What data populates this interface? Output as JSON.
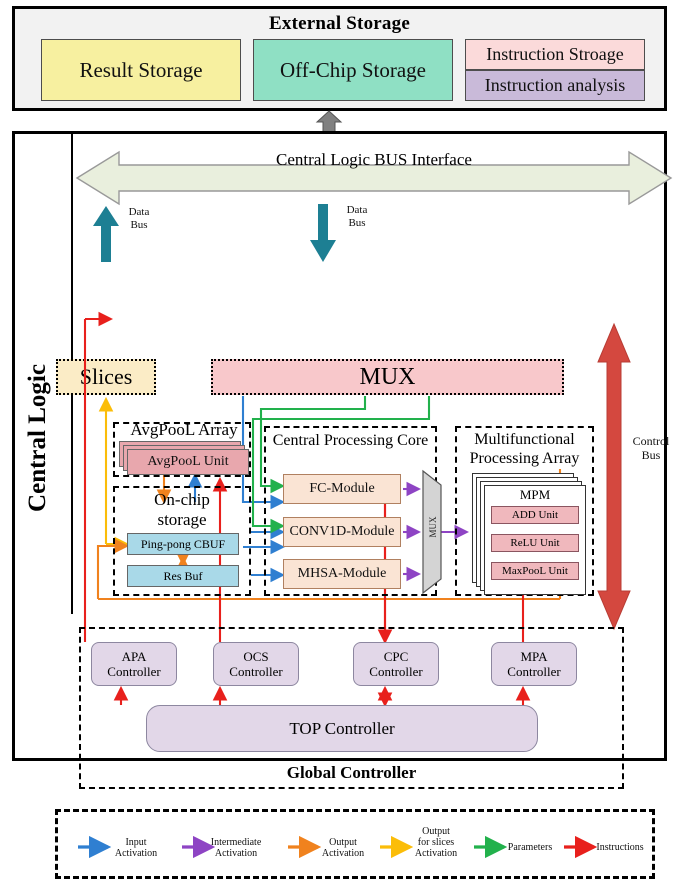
{
  "external_storage": {
    "title": "External Storage",
    "blocks": [
      {
        "label": "Result Storage",
        "color": "#f7f0a0"
      },
      {
        "label": "Off-Chip Storage",
        "color": "#8fe0c4"
      },
      {
        "label": "Instruction Stroage",
        "color": "#fbdada"
      },
      {
        "label": "Instruction analysis",
        "color": "#c9bad9"
      }
    ]
  },
  "central_logic": {
    "label": "Central Logic",
    "bus_interface": "Central Logic BUS Interface",
    "data_bus_left": "Data\nBus",
    "data_bus_left_1": "Data",
    "data_bus_left_2": "Bus",
    "data_bus_right_1": "Data",
    "data_bus_right_2": "Bus",
    "control_bus_1": "Control",
    "control_bus_2": "Bus",
    "slices": "Slices",
    "mux_top": "MUX",
    "mux_vertical": "MUX",
    "avgpool_array": {
      "title": "AvgPooL Array",
      "unit": "AvgPooL Unit"
    },
    "onchip_storage": {
      "title_line1": "On-chip",
      "title_line2": "storage",
      "ping_pong": "Ping-pong CBUF",
      "res_buf": "Res Buf"
    },
    "central_processing_core": {
      "title": "Central Processing Core",
      "modules": [
        "FC-Module",
        "CONV1D-Module",
        "MHSA-Module"
      ]
    },
    "multifunctional_processing_array": {
      "title_line1": "Multifunctional",
      "title_line2": "Processing Array",
      "mpm_label": "MPM",
      "units": [
        "ADD Unit",
        "ReLU Unit",
        "MaxPooL Unit"
      ]
    },
    "global_controller": {
      "title": "Global Controller",
      "controllers": [
        {
          "name": "APA",
          "role": "Controller"
        },
        {
          "name": "OCS",
          "role": "Controller"
        },
        {
          "name": "CPC",
          "role": "Controller"
        },
        {
          "name": "MPA",
          "role": "Controller"
        }
      ],
      "top_controller": "TOP Controller"
    }
  },
  "legend": {
    "items": [
      {
        "label_line1": "Input",
        "label_line2": "Activation",
        "label_line3": "",
        "color": "#2f7fd1"
      },
      {
        "label_line1": "Intermediate",
        "label_line2": "Activation",
        "label_line3": "",
        "color": "#8e44c4"
      },
      {
        "label_line1": "Output",
        "label_line2": "Activation",
        "label_line3": "",
        "color": "#f0821e"
      },
      {
        "label_line1": "Output",
        "label_line2": "for slices",
        "label_line3": "Activation",
        "color": "#fbbd09"
      },
      {
        "label_line1": "Parameters",
        "label_line2": "",
        "label_line3": "",
        "color": "#22b14c"
      },
      {
        "label_line1": "Instructions",
        "label_line2": "",
        "label_line3": "",
        "color": "#e8201c"
      }
    ]
  },
  "colors": {
    "data_bus_arrow": "#1d7f93",
    "control_bus_arrow": "#d4483f",
    "grey_arrow": "#808080",
    "bus_interface_fill": "#e9efdd"
  }
}
